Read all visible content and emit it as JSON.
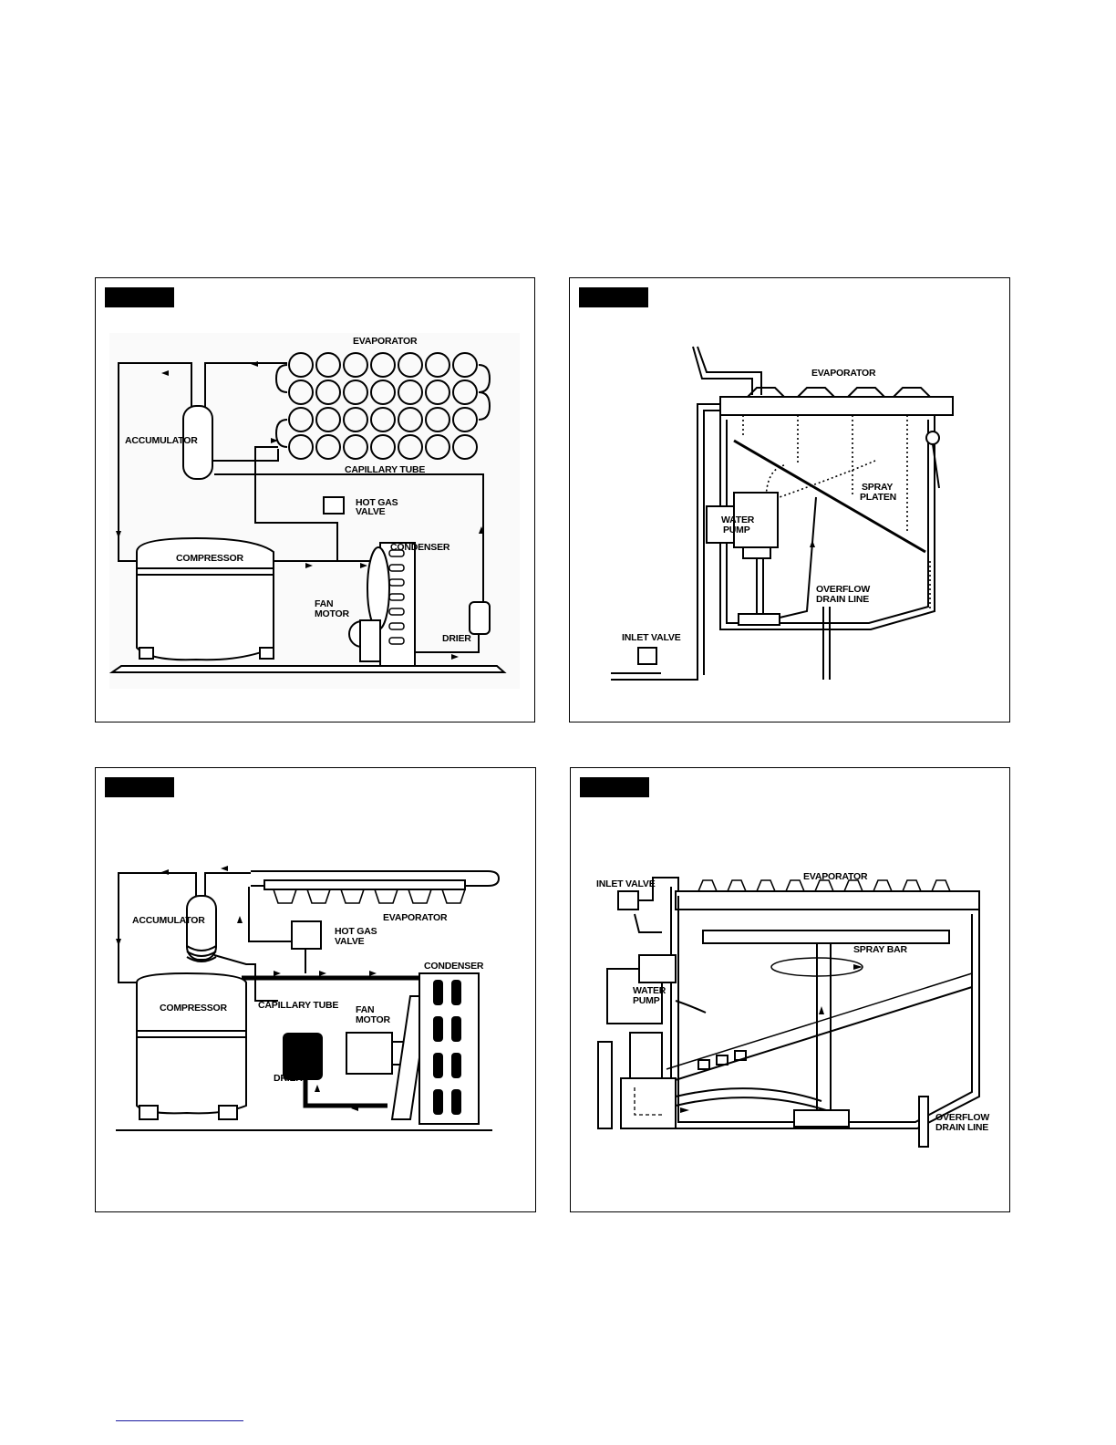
{
  "panels": [
    {
      "id": "refrigeration-freeze-cycle",
      "labels": {
        "evaporator": "EVAPORATOR",
        "accumulator": "ACCUMULATOR",
        "capillary_tube": "CAPILLARY TUBE",
        "hot_gas_1": "HOT GAS",
        "hot_gas_2": "VALVE",
        "compressor": "COMPRESSOR",
        "condenser": "CONDENSER",
        "fan_1": "FAN",
        "fan_2": "MOTOR",
        "drier": "DRIER"
      }
    },
    {
      "id": "water-system-spray-platen",
      "labels": {
        "evaporator": "EVAPORATOR",
        "spray_1": "SPRAY",
        "spray_2": "PLATEN",
        "water_pump_1": "WATER",
        "water_pump_2": "PUMP",
        "overflow_1": "OVERFLOW",
        "overflow_2": "DRAIN LINE",
        "inlet_valve": "INLET VALVE"
      }
    },
    {
      "id": "refrigeration-harvest-cycle",
      "labels": {
        "accumulator": "ACCUMULATOR",
        "evaporator": "EVAPORATOR",
        "hot_gas_1": "HOT GAS",
        "hot_gas_2": "VALVE",
        "condenser": "CONDENSER",
        "compressor": "COMPRESSOR",
        "capillary_tube": "CAPILLARY TUBE",
        "fan_1": "FAN",
        "fan_2": "MOTOR",
        "drier": "DRIER"
      }
    },
    {
      "id": "water-system-spray-bar",
      "labels": {
        "inlet_valve": "INLET VALVE",
        "evaporator": "EVAPORATOR",
        "spray_bar": "SPRAY BAR",
        "water_pump_1": "WATER",
        "water_pump_2": "PUMP",
        "overflow_1": "OVERFLOW",
        "overflow_2": "DRAIN LINE"
      }
    }
  ]
}
